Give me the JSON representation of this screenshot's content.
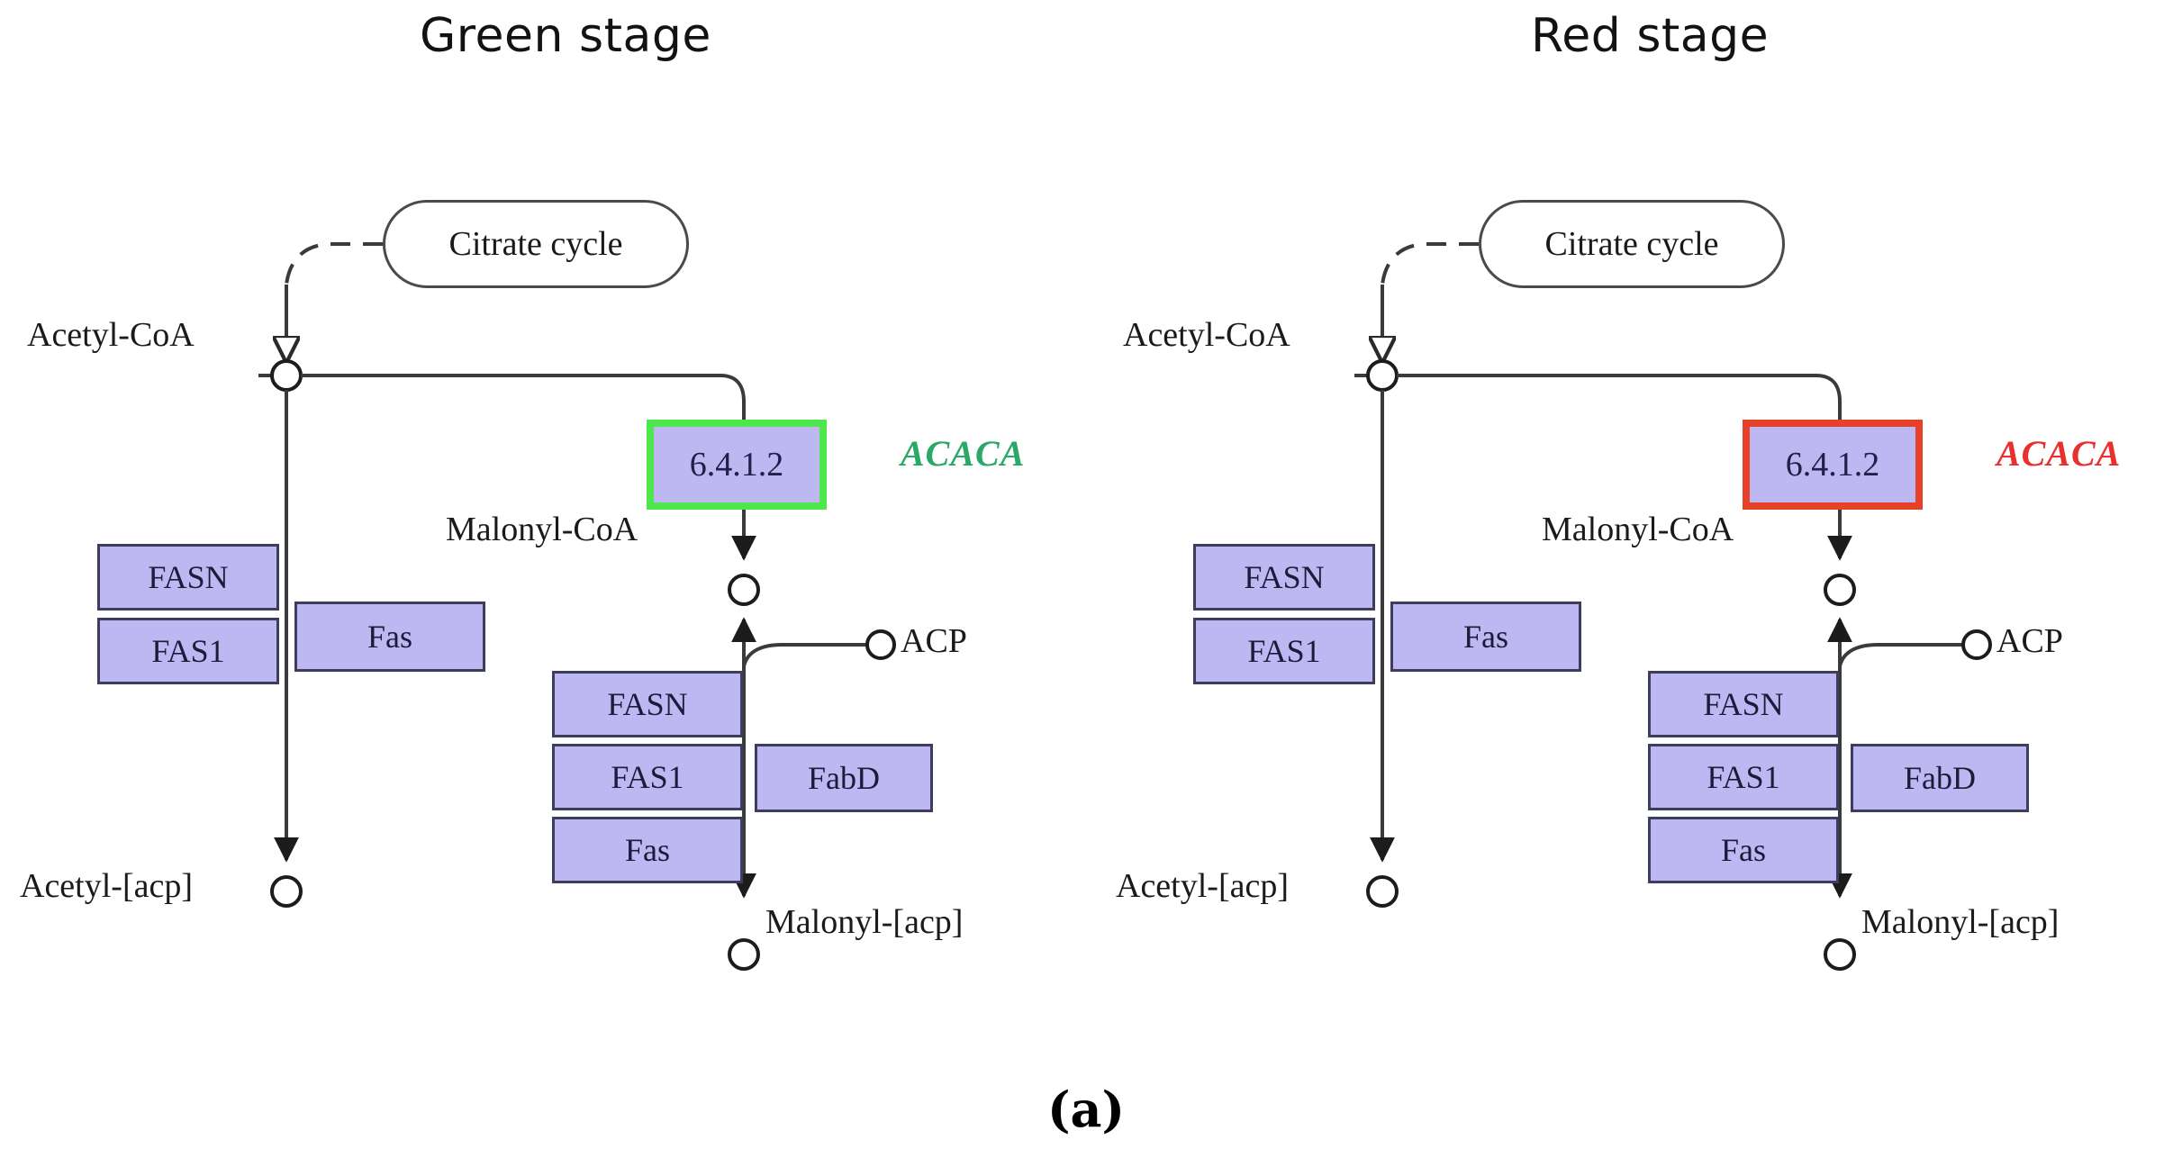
{
  "figure": {
    "caption": "(a)",
    "background_color": "#ffffff"
  },
  "colors": {
    "enzyme_box_fill": "#bdb8f2",
    "enzyme_box_border": "#3d3d5c",
    "green_highlight": "#4de64d",
    "red_highlight": "#e8412a",
    "green_gene_text": "#2aa868",
    "red_gene_text": "#e8302e",
    "edge_stroke": "#3a3a3a",
    "text": "#1a1a1a"
  },
  "panels": [
    {
      "id": "green-stage",
      "title": "Green stage",
      "highlight": "green",
      "cycle_node": {
        "label": "Citrate cycle"
      },
      "compounds": [
        {
          "id": "acetyl-coa",
          "label": "Acetyl-CoA"
        },
        {
          "id": "malonyl-coa",
          "label": "Malonyl-CoA"
        },
        {
          "id": "acetyl-acp",
          "label": "Acetyl-[acp]"
        },
        {
          "id": "acp",
          "label": "ACP"
        },
        {
          "id": "malonyl-acp",
          "label": "Malonyl-[acp]"
        }
      ],
      "ec_box": {
        "label": "6.4.1.2",
        "gene": "ACACA"
      },
      "left_enzymes": [
        "FASN",
        "FAS1"
      ],
      "left_side_enzyme": "Fas",
      "right_enzymes": [
        "FASN",
        "FAS1",
        "Fas"
      ],
      "right_side_enzyme": "FabD"
    },
    {
      "id": "red-stage",
      "title": "Red stage",
      "highlight": "red",
      "cycle_node": {
        "label": "Citrate cycle"
      },
      "compounds": [
        {
          "id": "acetyl-coa",
          "label": "Acetyl-CoA"
        },
        {
          "id": "malonyl-coa",
          "label": "Malonyl-CoA"
        },
        {
          "id": "acetyl-acp",
          "label": "Acetyl-[acp]"
        },
        {
          "id": "acp",
          "label": "ACP"
        },
        {
          "id": "malonyl-acp",
          "label": "Malonyl-[acp]"
        }
      ],
      "ec_box": {
        "label": "6.4.1.2",
        "gene": "ACACA"
      },
      "left_enzymes": [
        "FASN",
        "FAS1"
      ],
      "left_side_enzyme": "Fas",
      "right_enzymes": [
        "FASN",
        "FAS1",
        "Fas"
      ],
      "right_side_enzyme": "FabD"
    }
  ]
}
